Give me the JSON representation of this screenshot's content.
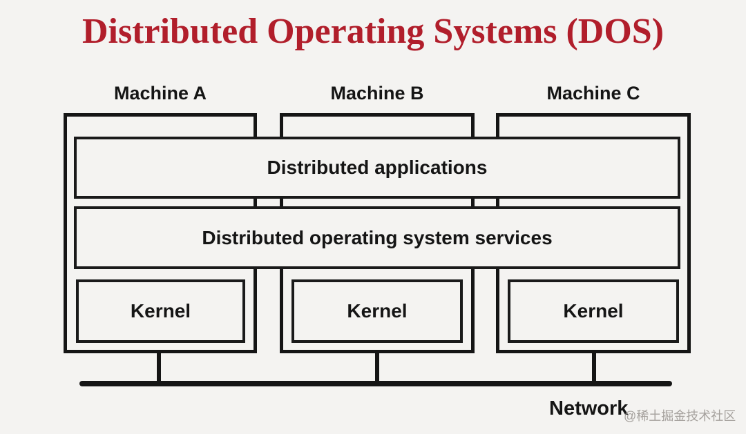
{
  "title": "Distributed Operating Systems (DOS)",
  "machines": [
    {
      "label": "Machine A",
      "kernel_label": "Kernel"
    },
    {
      "label": "Machine B",
      "kernel_label": "Kernel"
    },
    {
      "label": "Machine C",
      "kernel_label": "Kernel"
    }
  ],
  "layers": [
    {
      "label": "Distributed applications"
    },
    {
      "label": "Distributed operating system services"
    }
  ],
  "network": {
    "label": "Network"
  },
  "watermark": {
    "text": "@稀土掘金技术社区"
  },
  "colors": {
    "title": "#b11e2b",
    "line": "#151515",
    "background": "#f4f3f1",
    "watermark": "#a5a19d"
  }
}
